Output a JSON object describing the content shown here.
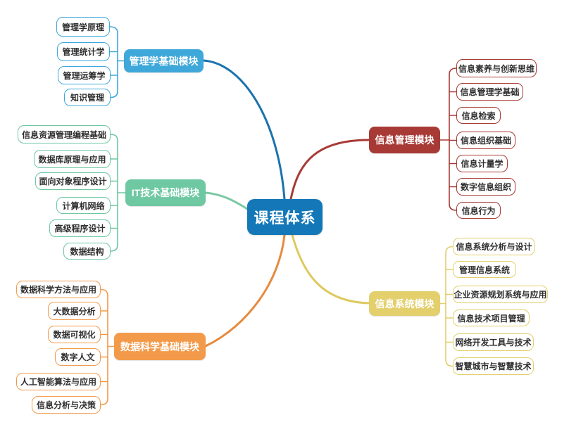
{
  "background_color": "#ffffff",
  "leaf_text_color": "#2f2f2f",
  "center": {
    "label": "课程体系",
    "bg_color": "#1478b8",
    "text_color": "#ffffff"
  },
  "branches": [
    {
      "id": "management-basics",
      "label": "管理学基础模块",
      "color": "#3fa8da",
      "line_color": "#1b72ad",
      "children": [
        "管理学原理",
        "管理统计学",
        "管理运筹学",
        "知识管理"
      ]
    },
    {
      "id": "it-basics",
      "label": "IT技术基础模块",
      "color": "#6ec8a2",
      "line_color": "#7cc8a6",
      "children": [
        "信息资源管理编程基础",
        "数据库原理与应用",
        "面向对象程序设计",
        "计算机网络",
        "高级程序设计",
        "数据结构"
      ]
    },
    {
      "id": "data-science-basics",
      "label": "数据科学基础模块",
      "color": "#f29a4a",
      "line_color": "#e78a3c",
      "children": [
        "数据科学方法与应用",
        "大数据分析",
        "数据可视化",
        "数字人文",
        "人工智能算法与应用",
        "信息分析与决策"
      ]
    },
    {
      "id": "info-management",
      "label": "信息管理模块",
      "color": "#a83a36",
      "line_color": "#a83a36",
      "children": [
        "信息素养与创新思维",
        "信息管理学基础",
        "信息检索",
        "信息组织基础",
        "信息计量学",
        "数字信息组织",
        "信息行为"
      ]
    },
    {
      "id": "info-systems",
      "label": "信息系统模块",
      "color": "#e3cf6c",
      "line_color": "#ddc95f",
      "children": [
        "信息系统分析与设计",
        "管理信息系统",
        "企业资源规划系统与应用",
        "信息技术项目管理",
        "网络开发工具与技术",
        "智慧城市与智慧技术"
      ]
    }
  ]
}
